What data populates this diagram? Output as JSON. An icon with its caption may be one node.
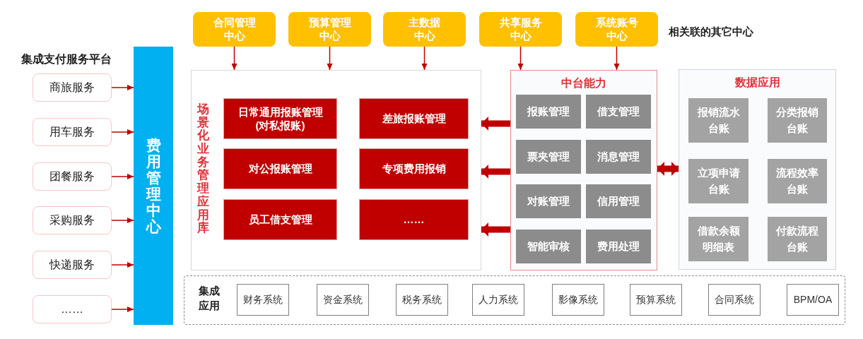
{
  "diagram": {
    "nodes": [
      {
        "text": [
          "商旅服务"
        ]
      },
      {
        "text": [
          "用车服务"
        ]
      },
      {
        "text": [
          "团餐服务"
        ]
      },
      {
        "text": [
          "采购服务"
        ]
      },
      {
        "text": [
          "快递服务"
        ]
      },
      {
        "text": [
          "……"
        ]
      },
      {
        "text": [
          "费用管理中心"
        ]
      },
      {
        "text": [
          "合同管理中心"
        ]
      },
      {
        "text": [
          "预算管理中心"
        ]
      },
      {
        "text": [
          "主数据中心"
        ]
      },
      {
        "text": [
          "共享服务中心"
        ]
      },
      {
        "text": [
          "系统账号中心"
        ]
      },
      {
        "text": [
          "场景化业务管理应用库"
        ]
      },
      {
        "text": [
          "日常通用报账管理(对私报账)"
        ],
        "in": 12
      },
      {
        "text": [
          "差旅报账管理"
        ],
        "in": 12
      },
      {
        "text": [
          "对公报账管理"
        ],
        "in": 12
      },
      {
        "text": [
          "专项费用报销"
        ],
        "in": 12
      },
      {
        "text": [
          "员工借支管理"
        ],
        "in": 12
      },
      {
        "text": [
          "……"
        ],
        "in": 12
      },
      {
        "text": [
          "中台能力"
        ]
      },
      {
        "text": [
          "报账管理"
        ],
        "in": 19
      },
      {
        "text": [
          "借支管理"
        ],
        "in": 19
      },
      {
        "text": [
          "票夹管理"
        ],
        "in": 19
      },
      {
        "text": [
          "消息管理"
        ],
        "in": 19
      },
      {
        "text": [
          "对账管理"
        ],
        "in": 19
      },
      {
        "text": [
          "信用管理"
        ],
        "in": 19
      },
      {
        "text": [
          "智能审核"
        ],
        "in": 19
      },
      {
        "text": [
          "费用处理"
        ],
        "in": 19
      },
      {
        "text": [
          "数据应用"
        ]
      },
      {
        "text": [
          "报销流水台账"
        ],
        "in": 28
      },
      {
        "text": [
          "分类报销台账"
        ],
        "in": 28
      },
      {
        "text": [
          "立项申请台账"
        ],
        "in": 28
      },
      {
        "text": [
          "流程效率台账"
        ],
        "in": 28
      },
      {
        "text": [
          "借款余额明细表"
        ],
        "in": 28
      },
      {
        "text": [
          "付款流程台账"
        ],
        "in": 28
      },
      {
        "text": [
          "集成应用"
        ]
      },
      {
        "text": [
          "财务系统"
        ],
        "in": 35
      },
      {
        "text": [
          "资金系统"
        ],
        "in": 35
      },
      {
        "text": [
          "税务系统"
        ],
        "in": 35
      },
      {
        "text": [
          "人力系统"
        ],
        "in": 35
      },
      {
        "text": [
          "影像系统"
        ],
        "in": 35
      },
      {
        "text": [
          "预算系统"
        ],
        "in": 35
      },
      {
        "text": [
          "合同系统"
        ],
        "in": 35
      },
      {
        "text": [
          "BPM/OA"
        ],
        "in": 35
      }
    ],
    "edges": [
      {
        "from": 0,
        "to": 6,
        "arrow": "to"
      },
      {
        "from": 1,
        "to": 6,
        "arrow": "to"
      },
      {
        "from": 2,
        "to": 6,
        "arrow": "to"
      },
      {
        "from": 3,
        "to": 6,
        "arrow": "to"
      },
      {
        "from": 4,
        "to": 6,
        "arrow": "to"
      },
      {
        "from": 5,
        "to": 6,
        "arrow": "to"
      },
      {
        "from": 7,
        "to": 12,
        "arrow": "to"
      },
      {
        "from": 8,
        "to": 12,
        "arrow": "to"
      },
      {
        "from": 9,
        "to": 12,
        "arrow": "to"
      },
      {
        "from": 10,
        "to": 19,
        "arrow": "to"
      },
      {
        "from": 11,
        "to": 19,
        "arrow": "to"
      },
      {
        "from": 19,
        "to": 12,
        "arrow": "to",
        "style": "thick"
      },
      {
        "from": 19,
        "to": 12,
        "arrow": "to",
        "style": "thick"
      },
      {
        "from": 19,
        "to": 12,
        "arrow": "to",
        "style": "thick"
      },
      {
        "from": 19,
        "to": 28,
        "arrow": "both",
        "style": "thick"
      }
    ],
    "labels": [
      "集成支付服务平台",
      "相关联的其它中心"
    ]
  }
}
